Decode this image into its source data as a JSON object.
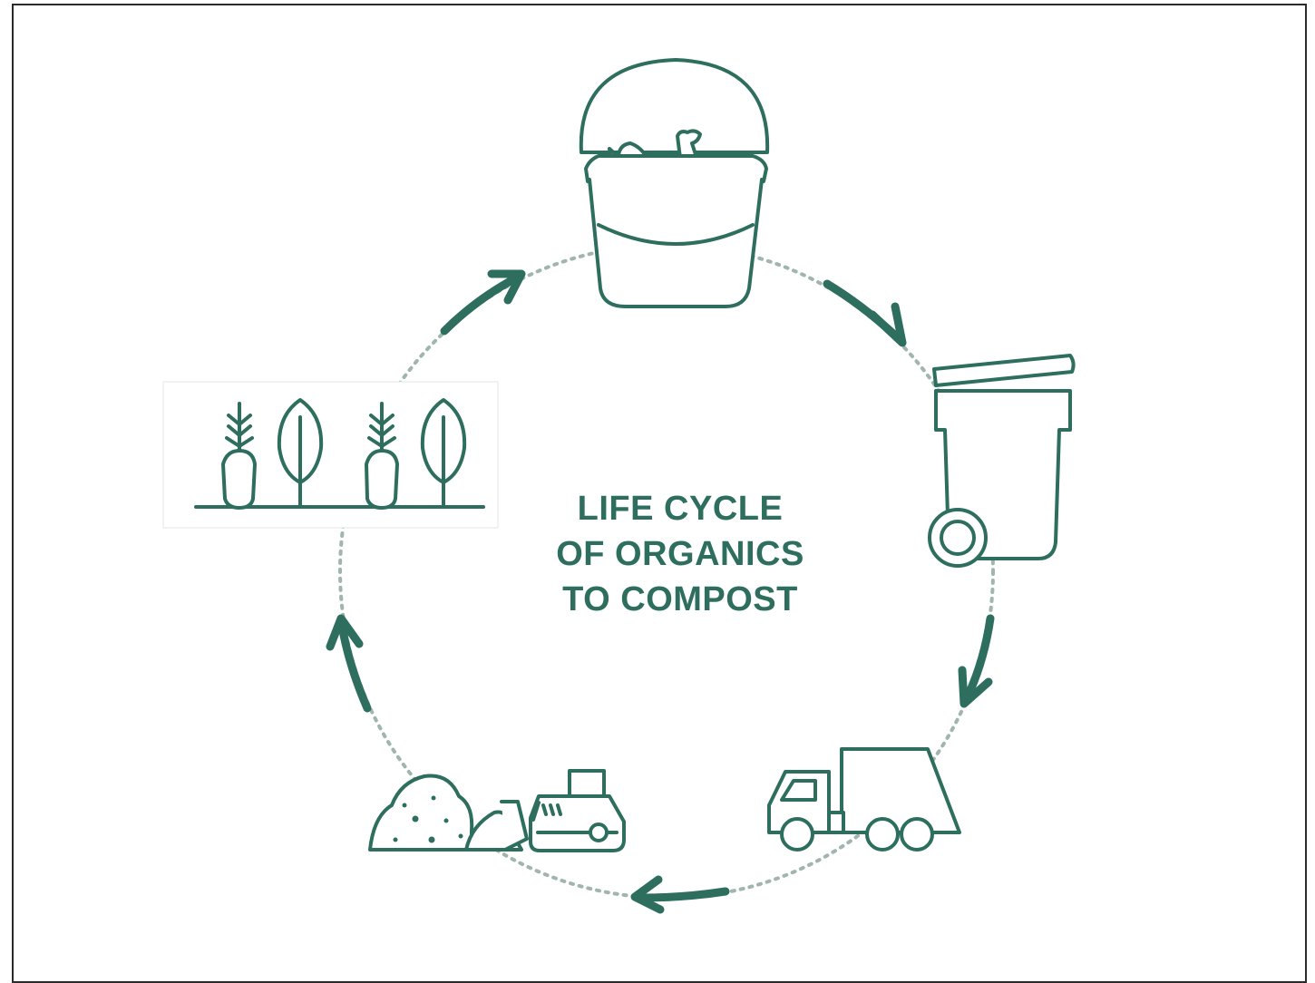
{
  "title": {
    "line1": "LIFE CYCLE",
    "line2": "OF ORGANICS",
    "line3": "TO COMPOST"
  },
  "colors": {
    "accent": "#2e6e5e",
    "dotted_path": "#9fb5ae",
    "border": "#2b2b2b"
  },
  "stages": [
    {
      "icon": "food-scrap-bucket-icon"
    },
    {
      "icon": "green-cart-icon"
    },
    {
      "icon": "collection-truck-icon"
    },
    {
      "icon": "compost-pile-bulldozer-icon"
    },
    {
      "icon": "garden-vegetables-icon"
    }
  ]
}
